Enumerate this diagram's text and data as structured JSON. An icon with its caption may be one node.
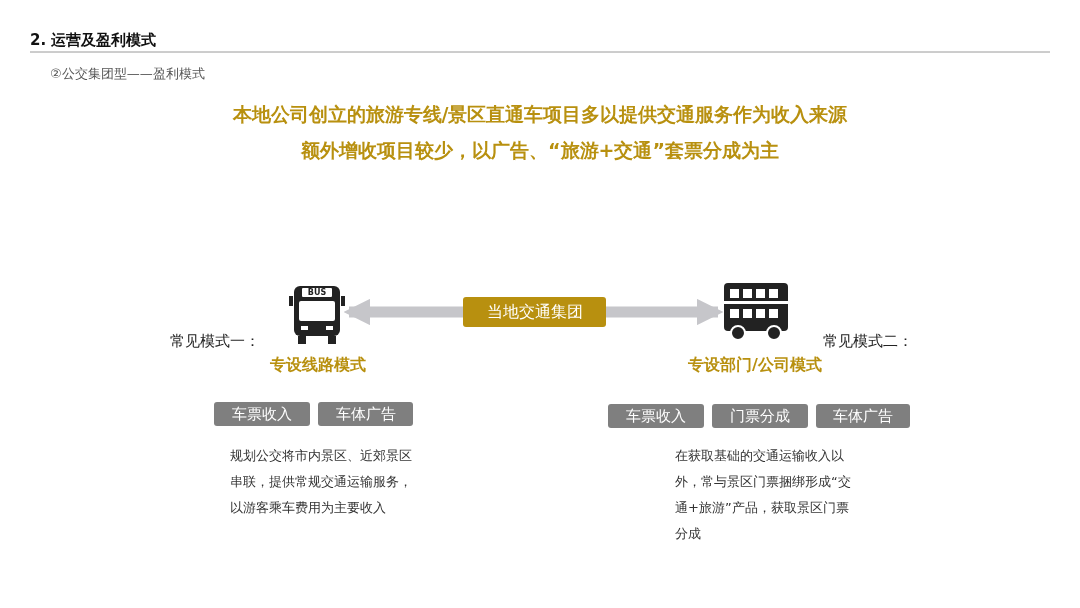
{
  "diagram": {
    "title": "2. 运营及盈利模式",
    "nodes": [
      {
        "text": [
          "BUS"
        ]
      },
      {
        "text": [
          "当地交通集团"
        ]
      },
      {
        "text": [],
        "shape": "bus"
      },
      {
        "text": [
          "车票收入"
        ]
      },
      {
        "text": [
          "车体广告"
        ]
      },
      {
        "text": [
          "车票收入"
        ]
      },
      {
        "text": [
          "门票分成"
        ]
      },
      {
        "text": [
          "车体广告"
        ]
      }
    ],
    "edges": [
      {
        "from": 1,
        "to": 0,
        "arrow": "to"
      },
      {
        "from": 1,
        "to": 2,
        "arrow": "to"
      }
    ],
    "labels": [
      "②公交集团型——盈利模式",
      "本地公司创立的旅游专线/景区直通车项目多以提供交通服务作为收入来源",
      "额外增收项目较少，以广告、“旅游+交通”套票分成为主",
      "常见模式一：",
      "专设线路模式",
      "规划公交将市内景区、近郊景区串联，提供常规交通运输服务，以游客乘车费用为主要收入",
      "常见模式二：",
      "专设部门/公司模式",
      "在获取基础的交通运输收入以外，常与景区门票捆绑形成“交通+旅游”产品，获取景区门票分成"
    ]
  }
}
